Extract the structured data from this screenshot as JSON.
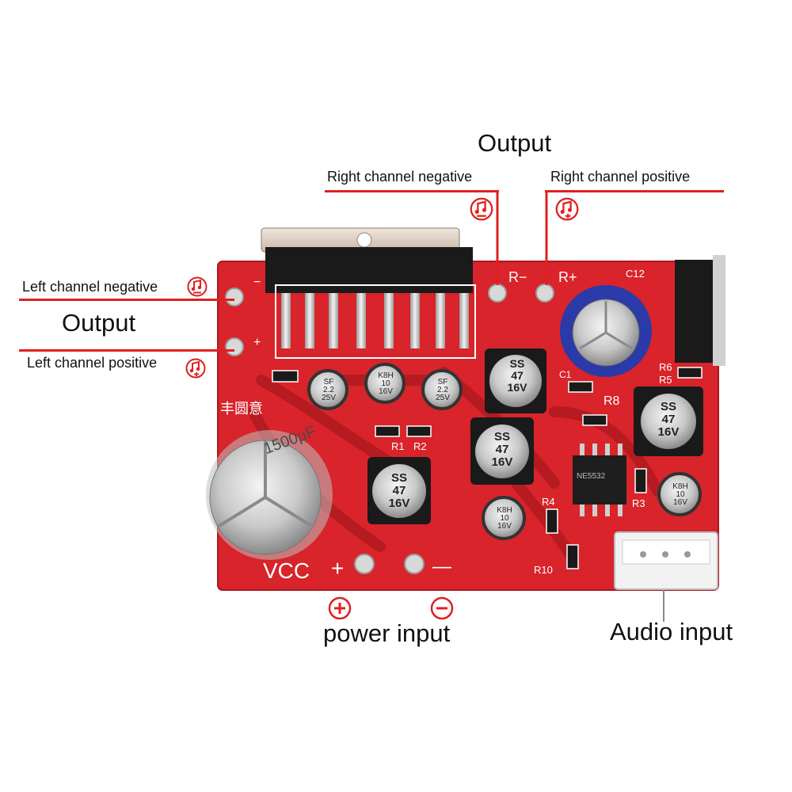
{
  "callouts": {
    "output_top": "Output",
    "right_channel_negative": "Right channel negative",
    "right_channel_positive": "Right channel positive",
    "left_channel_negative": "Left channel negative",
    "output_left": "Output",
    "left_channel_positive": "Left channel positive",
    "power_input": "power input",
    "audio_input": "Audio input"
  },
  "board": {
    "silkscreen_chinese": "丰圆意",
    "vcc": "VCC",
    "vcc_plus": "+",
    "vcc_minus": "—",
    "r_minus": "R−",
    "r_plus": "R+",
    "c12": "C12",
    "r6": "R6",
    "r5": "R5",
    "r8": "R8",
    "r1": "R1",
    "r2": "R2",
    "r3": "R3",
    "r4": "R4",
    "r10": "R10",
    "c1": "C1",
    "left_minus": "−",
    "left_plus": "+"
  },
  "capacitors": {
    "big_cap_value": "1500μF",
    "ss47_line1": "SS",
    "ss47_line2": "47",
    "ss47_line3": "16V",
    "sf22_line1": "SF",
    "sf22_line2": "2.2",
    "sf22_line3": "25V",
    "k8h_line1": "K8H",
    "k8h_line2": "10",
    "k8h_line3": "16V"
  },
  "ic": {
    "marking": "NE5532"
  },
  "icons": {
    "note_minus": "music-note-minus-icon",
    "note_plus": "music-note-plus-icon",
    "power_plus": "circle-plus-icon",
    "power_minus": "circle-minus-icon"
  },
  "colors": {
    "pcb_red": "#d8242a",
    "callout_red": "#e02020",
    "trace_dark": "#b01a20"
  }
}
